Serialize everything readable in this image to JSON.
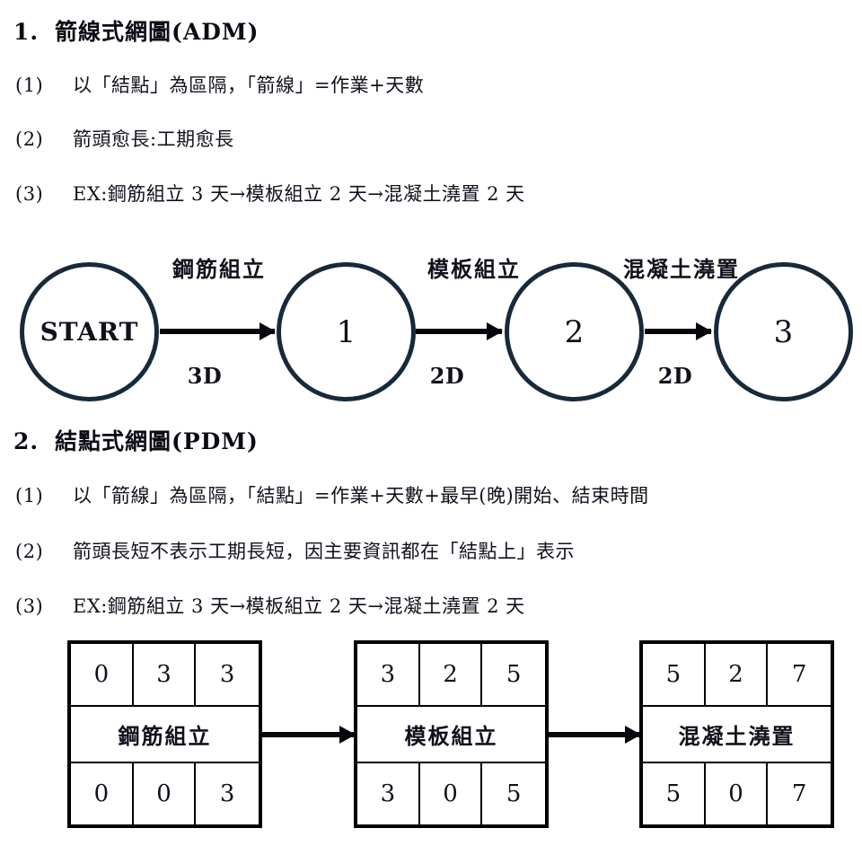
{
  "sections": [
    {
      "number": "1.",
      "title": "箭線式網圖(ADM)",
      "items": [
        {
          "marker": "(1)",
          "text": "以「結點」為區隔，「箭線」=作業+天數"
        },
        {
          "marker": "(2)",
          "text": "箭頭愈長:工期愈長"
        },
        {
          "marker": "(3)",
          "text": "EX:鋼筋組立 3 天→模板組立 2 天→混凝土澆置 2 天"
        }
      ]
    },
    {
      "number": "2.",
      "title": "結點式網圖(PDM)",
      "items": [
        {
          "marker": "(1)",
          "text": "以「箭線」為區隔，「結點」=作業+天數+最早(晚)開始、結束時間"
        },
        {
          "marker": "(2)",
          "text": "箭頭長短不表示工期長短，因主要資訊都在「結點上」表示"
        },
        {
          "marker": "(3)",
          "text": "EX:鋼筋組立 3 天→模板組立 2 天→混凝土澆置 2 天"
        }
      ]
    }
  ],
  "adm_diagram": {
    "nodes": [
      {
        "label": "START"
      },
      {
        "label": "1"
      },
      {
        "label": "2"
      },
      {
        "label": "3"
      }
    ],
    "edges": [
      {
        "activity": "鋼筋組立",
        "duration": "3D"
      },
      {
        "activity": "模板組立",
        "duration": "2D"
      },
      {
        "activity": "混凝土澆置",
        "duration": "2D"
      }
    ]
  },
  "pdm_diagram": {
    "nodes": [
      {
        "top": [
          "0",
          "3",
          "3"
        ],
        "name": "鋼筋組立",
        "bottom": [
          "0",
          "0",
          "3"
        ]
      },
      {
        "top": [
          "3",
          "2",
          "5"
        ],
        "name": "模板組立",
        "bottom": [
          "3",
          "0",
          "5"
        ]
      },
      {
        "top": [
          "5",
          "2",
          "7"
        ],
        "name": "混凝土澆置",
        "bottom": [
          "5",
          "0",
          "7"
        ]
      }
    ]
  },
  "colors": {
    "circle_stroke": "#18293a",
    "box_stroke": "#000000",
    "text": "#11111c",
    "background": "#ffffff"
  }
}
